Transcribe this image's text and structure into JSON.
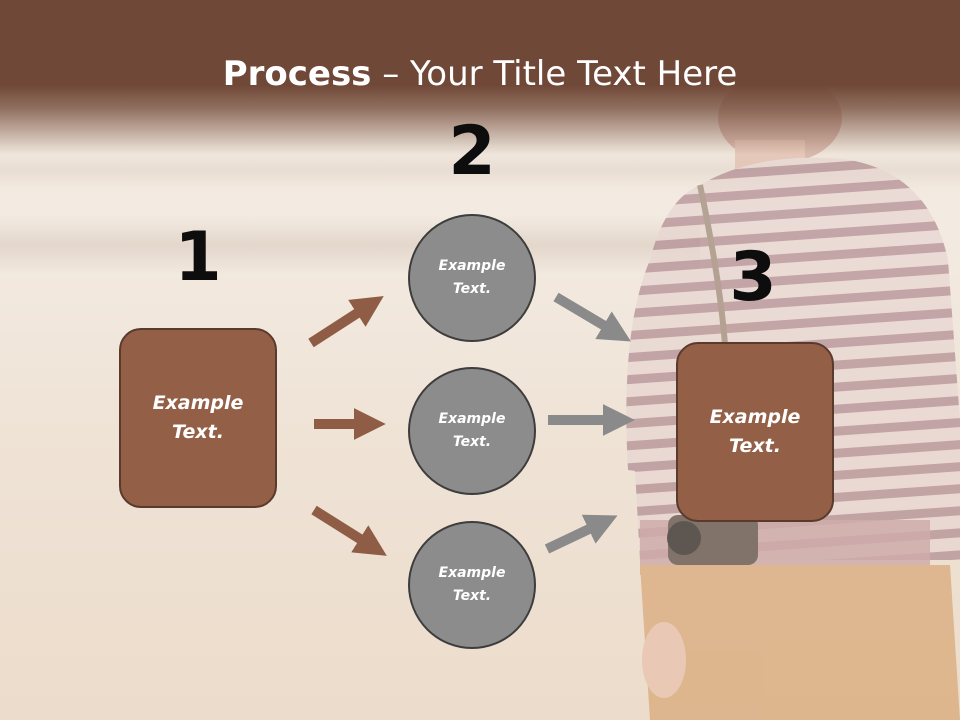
{
  "slide": {
    "title_bold": "Process",
    "title_rest": " – Your Title Text Here",
    "step_numbers": [
      "1",
      "2",
      "3"
    ],
    "left_box": {
      "text": "Example\nText."
    },
    "circles": [
      {
        "text": "Example\nText."
      },
      {
        "text": "Example\nText."
      },
      {
        "text": "Example\nText."
      }
    ],
    "right_box": {
      "text": "Example\nText."
    }
  },
  "colors": {
    "header": "#704837",
    "box_fill": "#935f47",
    "box_border": "#5a3a2c",
    "circle_fill": "#8c8c8c",
    "circle_border": "#3d3d3d",
    "brown_arrow": "#8f5d45",
    "gray_arrow": "#8a8a8a"
  },
  "icons": {
    "brown_arrow": "arrow-right-icon",
    "gray_arrow": "arrow-right-icon"
  }
}
